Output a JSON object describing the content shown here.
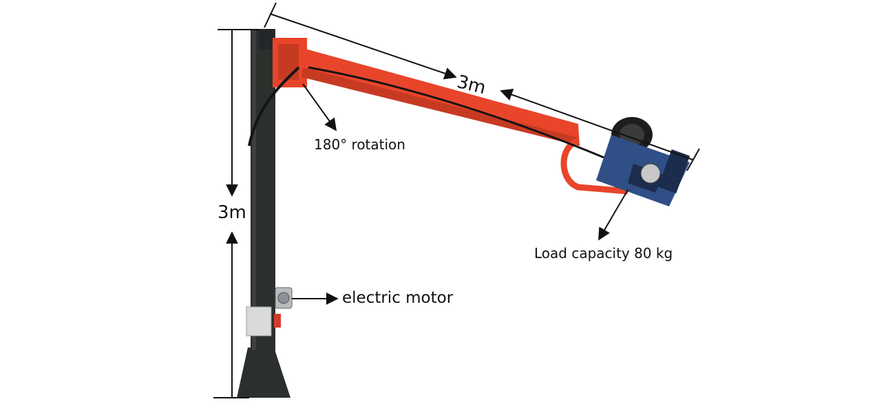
{
  "labels": {
    "column_height": "3m",
    "arm_length": "3m",
    "rotation": "180° rotation",
    "motor": "electric motor",
    "load": "Load capacity 80 kg"
  },
  "colors": {
    "column": "#2b302c",
    "arm": "#e8452b",
    "hoist_body": "#2f4f86",
    "hoist_drum": "#1d1d1d",
    "annotation_line": "#111111"
  },
  "icons": [
    "jib-crane",
    "hoist-icon",
    "motor-icon"
  ]
}
